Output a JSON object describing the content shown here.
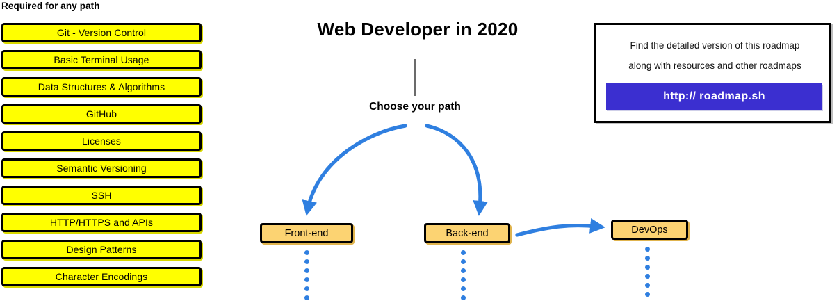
{
  "left_column": {
    "heading": "Required for any path",
    "items": [
      {
        "label": "Git - Version Control"
      },
      {
        "label": "Basic Terminal Usage"
      },
      {
        "label": "Data Structures & Algorithms"
      },
      {
        "label": "GitHub"
      },
      {
        "label": "Licenses"
      },
      {
        "label": "Semantic Versioning"
      },
      {
        "label": "SSH"
      },
      {
        "label": "HTTP/HTTPS and APIs"
      },
      {
        "label": "Design Patterns"
      },
      {
        "label": "Character Encodings"
      }
    ]
  },
  "center": {
    "title": "Web Developer in 2020",
    "choose_path_label": "Choose your path",
    "paths": [
      {
        "label": "Front-end"
      },
      {
        "label": "Back-end"
      },
      {
        "label": "DevOps"
      }
    ]
  },
  "info_box": {
    "line1": "Find the detailed version of this roadmap",
    "line2": "along with resources and other roadmaps",
    "button_label": "http:// roadmap.sh"
  },
  "colors": {
    "required_box_fill": "#ffff00",
    "path_box_fill": "#fcd372",
    "arrow_blue": "#2f7fe0",
    "button_blue": "#3b2fd0",
    "stem_gray": "#6b6b6b",
    "outline_black": "#000000"
  }
}
